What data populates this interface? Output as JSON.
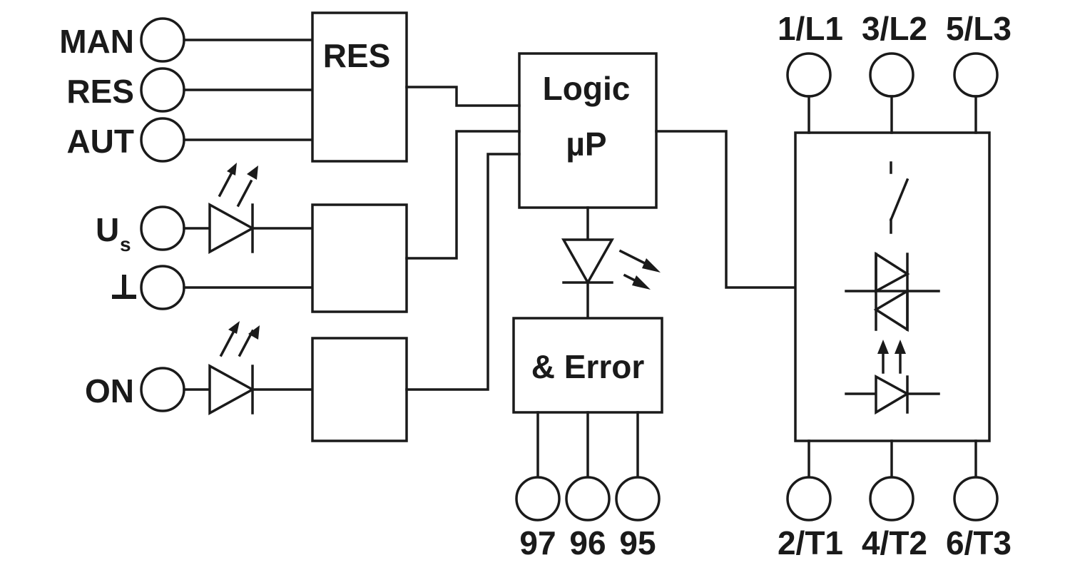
{
  "inputs": {
    "man": "MAN",
    "res": "RES",
    "aut": "AUT",
    "us_main": "U",
    "us_sub": "s",
    "ground": "⊥",
    "on": "ON"
  },
  "blocks": {
    "reset": "RES",
    "logic_line1": "Logic",
    "logic_line2": "µP",
    "error": "& Error"
  },
  "error_contacts": [
    "97",
    "96",
    "95"
  ],
  "line_terminals": [
    "1/L1",
    "3/L2",
    "5/L3"
  ],
  "load_terminals": [
    "2/T1",
    "4/T2",
    "6/T3"
  ]
}
